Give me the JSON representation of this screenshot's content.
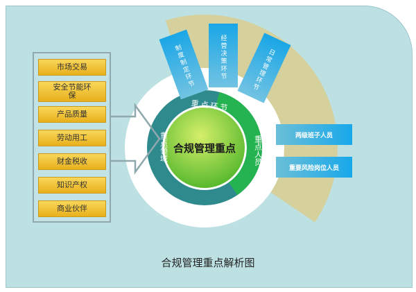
{
  "title": "合规管理重点解析图",
  "center": "合规管理重点",
  "ring": {
    "top": "重点环节",
    "right": "重点人员",
    "left": "重点领域"
  },
  "areas": [
    "市场交易",
    "安全节能环保",
    "产品质量",
    "劳动用工",
    "财金税收",
    "知识产权",
    "商业伙伴"
  ],
  "links": [
    "制度制定环节",
    "经营决策环节",
    "日常管理环节"
  ],
  "people": [
    "两级班子人员",
    "重要风险岗位人员"
  ],
  "colors": {
    "panel": "#bde0e3",
    "tan": "#d5d09c",
    "teal": "#2f8a8e",
    "green": "#24b350",
    "gold": "#f2c53a",
    "blue": "#1aa6e6"
  }
}
